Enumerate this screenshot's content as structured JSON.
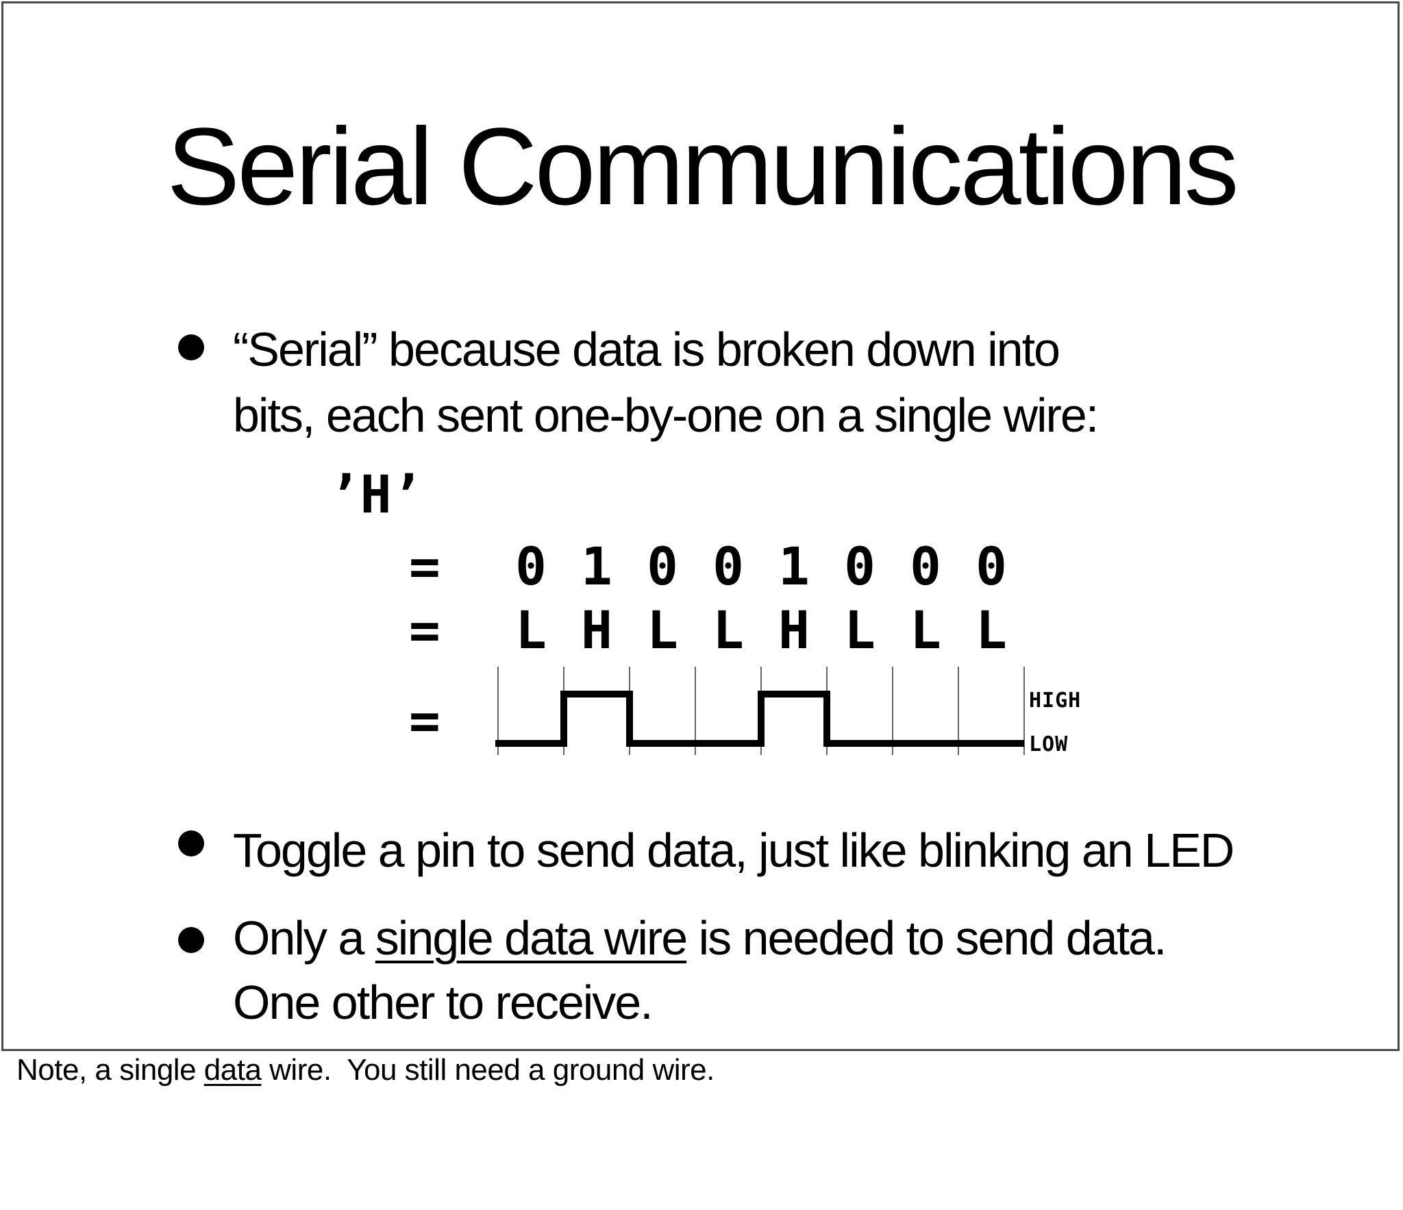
{
  "slide": {
    "title": "Serial Communications",
    "bullet1": {
      "line1": "“Serial” because data is broken down into",
      "line2": "bits, each sent one-by-one on a single wire:"
    },
    "bullet2": {
      "text": "Toggle a pin to send data, just like blinking an LED"
    },
    "bullet3": {
      "line1_segments": [
        {
          "t": "Only a "
        },
        {
          "t": "single data wire",
          "u": true
        },
        {
          "t": " is needed to send data."
        }
      ],
      "line2": "One other to receive."
    }
  },
  "encoding": {
    "char_label": "’H’",
    "equals": "=",
    "bits": [
      "0",
      "1",
      "0",
      "0",
      "1",
      "0",
      "0",
      "0"
    ],
    "levels": [
      "L",
      "H",
      "L",
      "L",
      "H",
      "L",
      "L",
      "L"
    ]
  },
  "waveform": {
    "levels": [
      "L",
      "H",
      "L",
      "L",
      "H",
      "L",
      "L",
      "L"
    ],
    "high_label": "HIGH",
    "low_label": "LOW",
    "wave_color": "#000000",
    "grid_color": "#666666"
  },
  "footnote": {
    "segments": [
      {
        "t": "Note, a single "
      },
      {
        "t": "data",
        "u": true
      },
      {
        "t": " wire.  You still need a ground wire."
      }
    ]
  },
  "colors": {
    "text": "#000000",
    "frame_border": "#4a4a4a",
    "background": "#ffffff"
  }
}
